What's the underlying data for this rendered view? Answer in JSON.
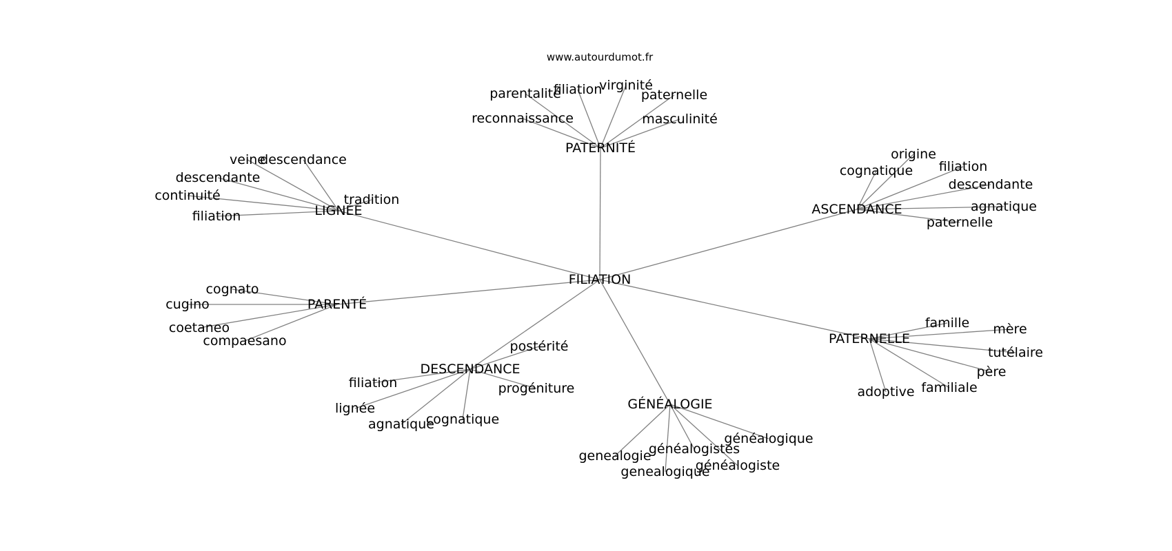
{
  "site": {
    "watermark": "www.autourdumot.fr"
  },
  "graph": {
    "center": "FILIATION",
    "hubs": [
      {
        "label": "PATERNITÉ",
        "leaves": [
          "parentalité",
          "filiation",
          "virginité",
          "paternelle",
          "reconnaissance",
          "masculinité"
        ]
      },
      {
        "label": "LIGNÉE",
        "leaves": [
          "veine",
          "descendance",
          "descendante",
          "continuité",
          "filiation",
          "tradition"
        ]
      },
      {
        "label": "ASCENDANCE",
        "leaves": [
          "origine",
          "cognatique",
          "filiation",
          "descendante",
          "agnatique",
          "paternelle"
        ]
      },
      {
        "label": "PARENTÉ",
        "leaves": [
          "cognato",
          "cugino",
          "coetaneo",
          "compaesano"
        ]
      },
      {
        "label": "PATERNELLE",
        "leaves": [
          "famille",
          "mère",
          "tutélaire",
          "père",
          "familiale",
          "adoptive"
        ]
      },
      {
        "label": "DESCENDANCE",
        "leaves": [
          "postérité",
          "filiation",
          "progéniture",
          "lignée",
          "agnatique",
          "cognatique"
        ]
      },
      {
        "label": "GÉNÉALOGIE",
        "leaves": [
          "généalogique",
          "généalogistes",
          "genealogie",
          "généalogiste",
          "genealogique"
        ]
      }
    ]
  }
}
